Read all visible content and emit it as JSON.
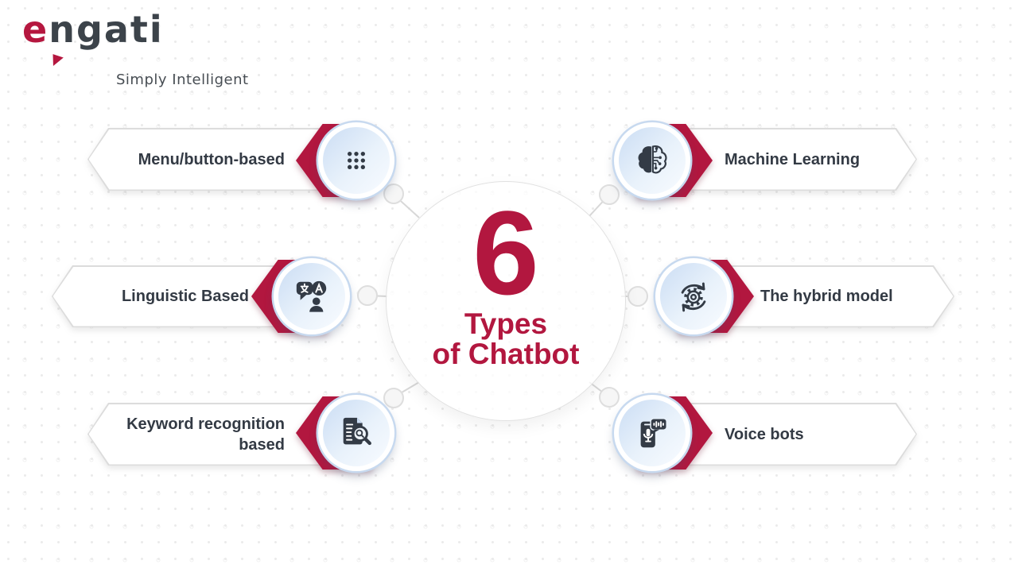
{
  "logo": {
    "brand": "engati",
    "tagline": "Simply Intelligent"
  },
  "center": {
    "number": "6",
    "title_line1": "Types",
    "title_line2": "of Chatbot"
  },
  "items": [
    {
      "id": "menu-button-based",
      "label": "Menu/button-based",
      "icon": "grid-menu-icon",
      "side": "left"
    },
    {
      "id": "linguistic-based",
      "label": "Linguistic Based",
      "icon": "translate-person-icon",
      "side": "left"
    },
    {
      "id": "keyword-recognition-based",
      "label": "Keyword recognition based",
      "icon": "document-search-icon",
      "side": "left"
    },
    {
      "id": "machine-learning",
      "label": "Machine Learning",
      "icon": "brain-circuit-icon",
      "side": "right"
    },
    {
      "id": "the-hybrid-model",
      "label": "The hybrid model",
      "icon": "gear-sync-icon",
      "side": "right"
    },
    {
      "id": "voice-bots",
      "label": "Voice bots",
      "icon": "phone-voice-icon",
      "side": "right"
    }
  ],
  "colors": {
    "accent_crimson": "#b2173f",
    "icon_navy": "#333b46",
    "circle_ring_blue": "#c7d9ef",
    "circle_fill_blue": "#cbddf4"
  }
}
